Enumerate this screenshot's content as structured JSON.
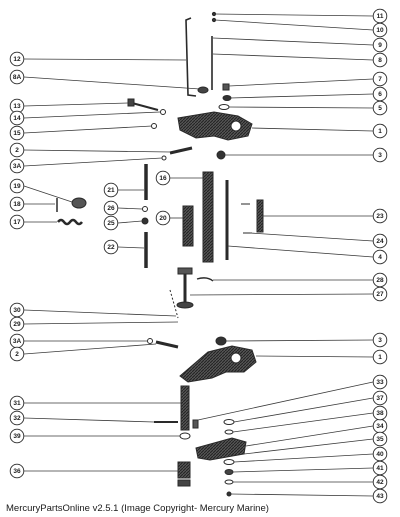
{
  "caption": "MercuryPartsOnline v2.5.1 (Image Copyright- Mercury Marine)",
  "callouts": [
    "1",
    "2",
    "3",
    "3A",
    "4",
    "5",
    "6",
    "7",
    "8",
    "8A",
    "9",
    "10",
    "11",
    "12",
    "13",
    "14",
    "15",
    "16",
    "17",
    "18",
    "19",
    "20",
    "21",
    "22",
    "23",
    "24",
    "25",
    "26",
    "27",
    "28",
    "29",
    "30",
    "31",
    "32",
    "33",
    "34",
    "35",
    "36",
    "37",
    "38",
    "39",
    "40",
    "41",
    "42",
    "43"
  ],
  "colors": {
    "ink": "#2a2a2a",
    "background": "#ffffff"
  }
}
